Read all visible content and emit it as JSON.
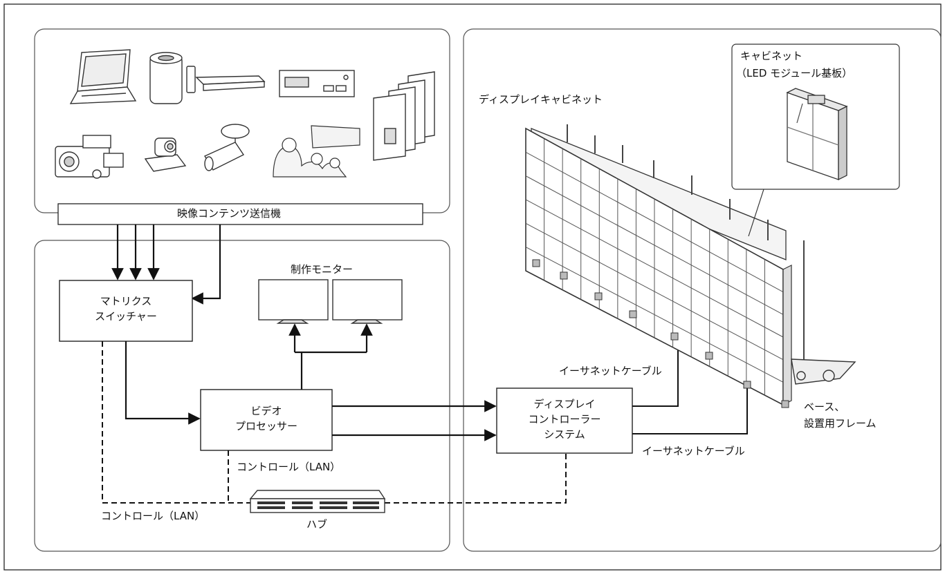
{
  "labels": {
    "sender": "映像コンテンツ送信機",
    "matrix_switcher_1": "マトリクス",
    "matrix_switcher_2": "スイッチャー",
    "production_monitor": "制作モニター",
    "video_processor_1": "ビデオ",
    "video_processor_2": "プロセッサー",
    "display_controller_1": "ディスプレイ",
    "display_controller_2": "コントローラー",
    "display_controller_3": "システム",
    "control_lan_upper": "コントロール（LAN）",
    "control_lan_lower": "コントロール（LAN）",
    "hub": "ハブ",
    "ethernet_cable_upper": "イーサネットケーブル",
    "ethernet_cable_lower": "イーサネットケーブル",
    "display_cabinet": "ディスプレイキャビネット",
    "cabinet_1": "キャビネット",
    "cabinet_2": "（LED モジュール基板）",
    "base_1": "ベース、",
    "base_2": "設置用フレーム"
  },
  "icons": [
    "laptop-icon",
    "cylinder-pc-icon",
    "media-player-icon",
    "rack-device-icon",
    "server-stack-icon",
    "camcorder-icon",
    "ptz-camera-icon",
    "box-camera-icon",
    "audience-scene-icon",
    "led-wall-illustration",
    "cabinet-panel-illustration"
  ]
}
